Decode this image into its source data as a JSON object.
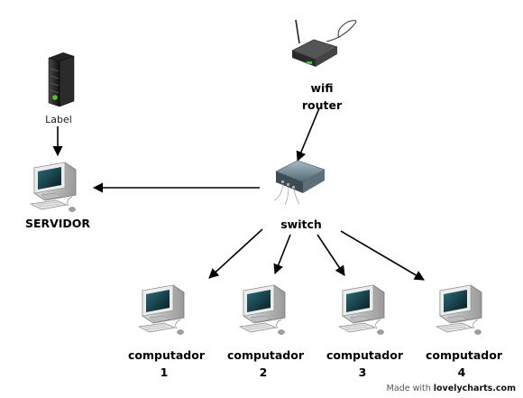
{
  "router": {
    "label_line1": "wifi",
    "label_line2": "router"
  },
  "server": {
    "label": "Label"
  },
  "servidor": {
    "label": "SERVIDOR"
  },
  "switch": {
    "label": "switch"
  },
  "computers": [
    {
      "line1": "computador",
      "line2": "1"
    },
    {
      "line1": "computador",
      "line2": "2"
    },
    {
      "line1": "computador",
      "line2": "3"
    },
    {
      "line1": "computador",
      "line2": "4"
    }
  ],
  "footer": {
    "prefix": "Made with ",
    "brand": "lovelycharts.com"
  },
  "colors": {
    "arrow": "#000000",
    "server_led": "#5fbf2a",
    "router_led": "#3fbf3f",
    "monitor_screen": "#0b3a46"
  }
}
